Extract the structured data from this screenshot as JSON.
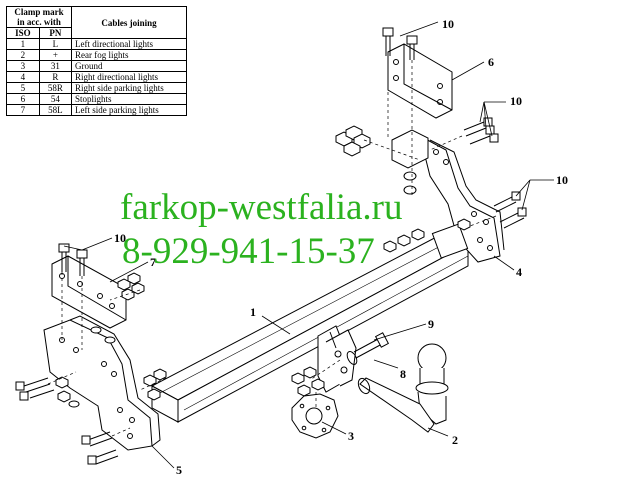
{
  "table": {
    "header_mark": "Clamp mark in acc. with",
    "header_iso": "ISO",
    "header_pn": "PN",
    "header_cables": "Cables joining",
    "rows": [
      {
        "iso": "1",
        "pn": "L",
        "cable": "Left directional lights"
      },
      {
        "iso": "2",
        "pn": "+",
        "cable": "Rear fog lights"
      },
      {
        "iso": "3",
        "pn": "31",
        "cable": "Ground"
      },
      {
        "iso": "4",
        "pn": "R",
        "cable": "Right directional lights"
      },
      {
        "iso": "5",
        "pn": "58R",
        "cable": "Right side parking lights"
      },
      {
        "iso": "6",
        "pn": "54",
        "cable": "Stoplights"
      },
      {
        "iso": "7",
        "pn": "58L",
        "cable": "Left side parking lights"
      }
    ]
  },
  "watermark": {
    "site": "farkop-westfalia.ru",
    "phone": "8-929-941-15-37"
  },
  "callouts": {
    "c1": "1",
    "c2": "2",
    "c3": "3",
    "c4": "4",
    "c5": "5",
    "c6": "6",
    "c7": "7",
    "c8": "8",
    "c9": "9",
    "c10a": "10",
    "c10b": "10",
    "c10c": "10",
    "c10d": "10"
  },
  "colors": {
    "line": "#000000",
    "watermark": "#2bb21f"
  }
}
